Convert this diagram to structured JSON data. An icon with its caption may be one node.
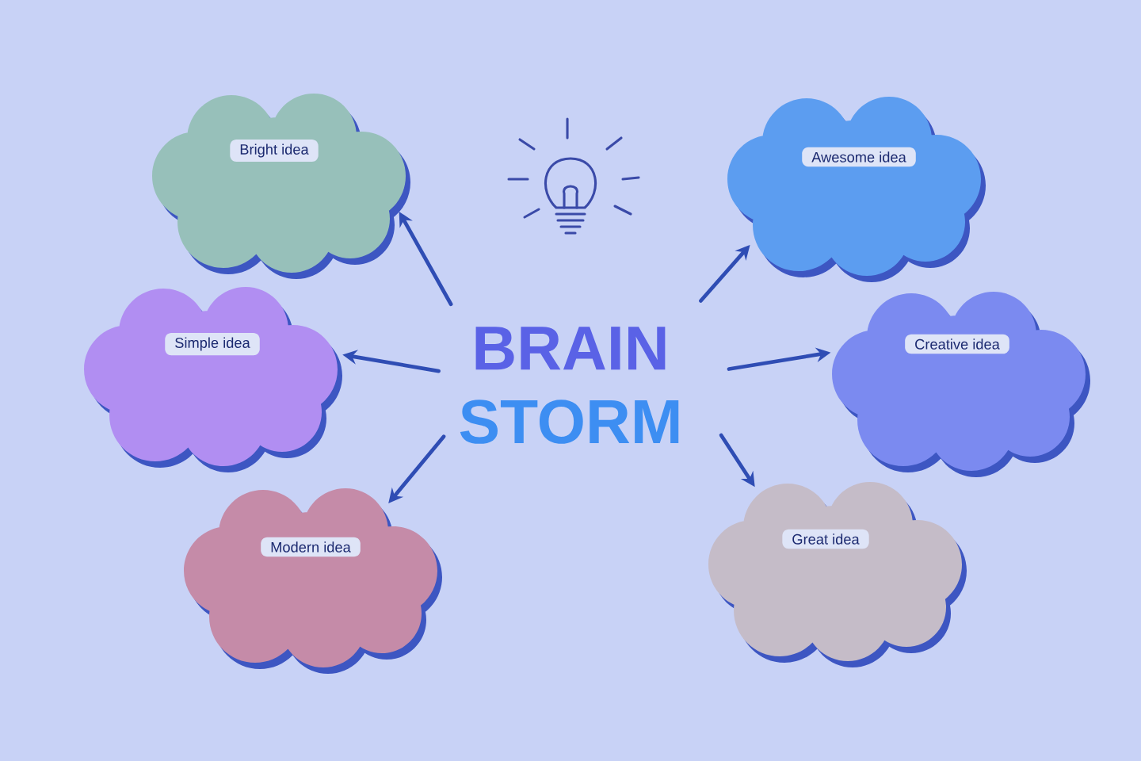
{
  "diagram": {
    "nodes": [
      {
        "text": [
          "Bright idea"
        ]
      },
      {
        "text": [
          "Awesome idea"
        ]
      },
      {
        "text": [
          "Simple idea"
        ]
      },
      {
        "text": [
          "BRAIN",
          "STORM"
        ]
      },
      {
        "text": [
          "Creative idea"
        ]
      },
      {
        "text": [
          "Modern idea"
        ]
      },
      {
        "text": [
          "Great idea"
        ]
      }
    ],
    "edges": [
      {
        "from": 3,
        "to": 0,
        "arrow": "to"
      },
      {
        "from": 3,
        "to": 1,
        "arrow": "to"
      },
      {
        "from": 3,
        "to": 2,
        "arrow": "to"
      },
      {
        "from": 3,
        "to": 4,
        "arrow": "to"
      },
      {
        "from": 3,
        "to": 5,
        "arrow": "to"
      },
      {
        "from": 3,
        "to": 6,
        "arrow": "to"
      }
    ]
  }
}
